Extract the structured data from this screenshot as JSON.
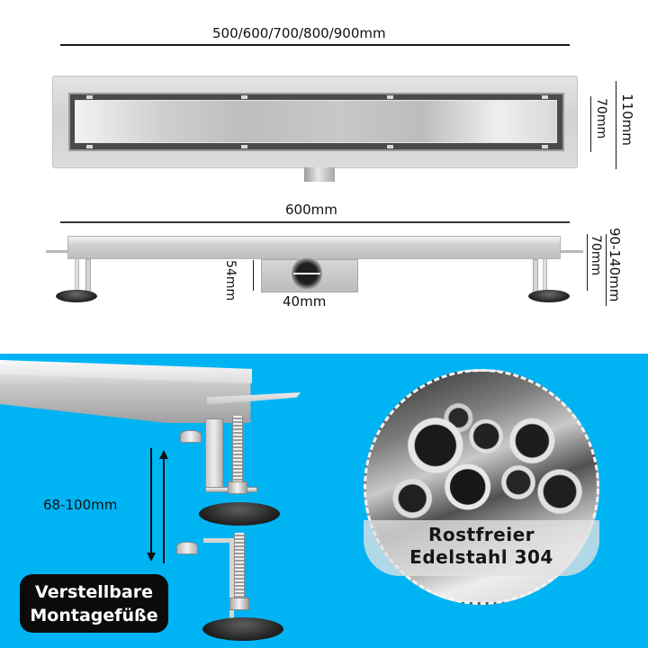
{
  "top_view": {
    "length_label": "500/600/700/800/900mm",
    "width_outer_label": "110mm",
    "width_inner_label": "70mm"
  },
  "side_view": {
    "length_label": "600mm",
    "outlet_height_label": "54mm",
    "outlet_diameter_label": "40mm",
    "body_height_label": "70mm",
    "total_height_label": "90-140mm"
  },
  "feet_panel": {
    "adjust_range_label": "68-100mm",
    "badge": {
      "line1": "Verstellbare",
      "line2": "Montagefüße"
    }
  },
  "material_panel": {
    "line1": "Rostfreier",
    "line2": "Edelstahl 304"
  },
  "colors": {
    "accent_blue": "#00b4f4",
    "badge_bg": "#0b0b0b",
    "background": "#ffffff"
  }
}
